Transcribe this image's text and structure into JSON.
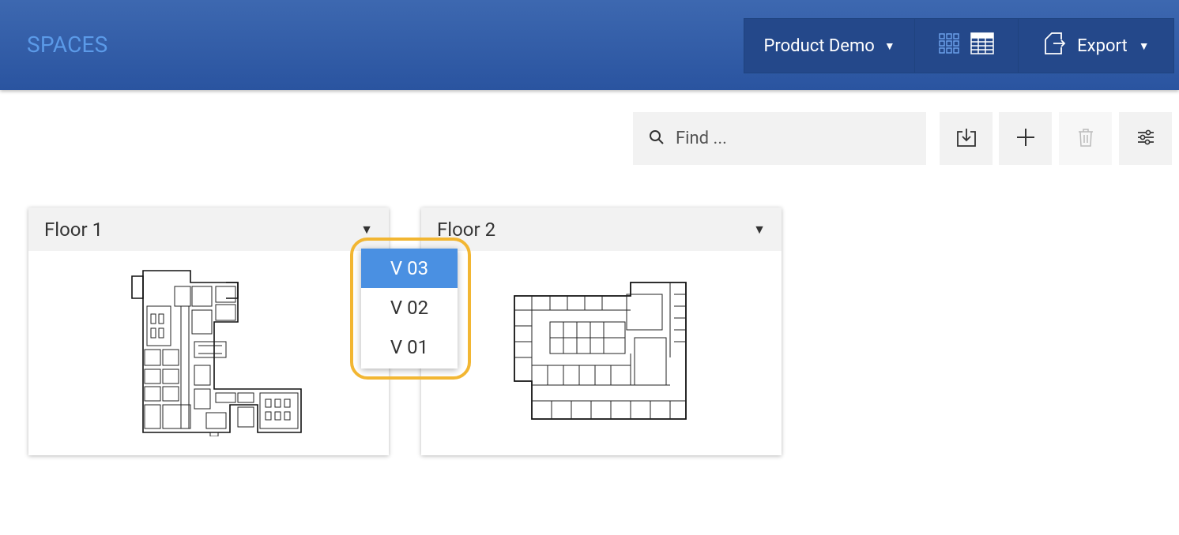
{
  "header": {
    "title": "SPACES",
    "workspace_label": "Product Demo",
    "export_label": "Export"
  },
  "icons": {
    "grid_view": "grid-view-icon",
    "table_view": "table-view-icon",
    "export": "export-icon",
    "search": "search-icon",
    "import": "import-icon",
    "add": "plus-icon",
    "delete": "trash-icon",
    "filter": "sliders-icon"
  },
  "search": {
    "placeholder": "Find ..."
  },
  "cards": [
    {
      "title": "Floor 1"
    },
    {
      "title": "Floor 2"
    }
  ],
  "version_menu": {
    "items": [
      "V 03",
      "V 02",
      "V 01"
    ],
    "selected": "V 03"
  },
  "colors": {
    "header_bg": "#2f5aa6",
    "title": "#5b9ae8",
    "selected_item": "#4a90e2",
    "highlight": "#f2b632"
  }
}
